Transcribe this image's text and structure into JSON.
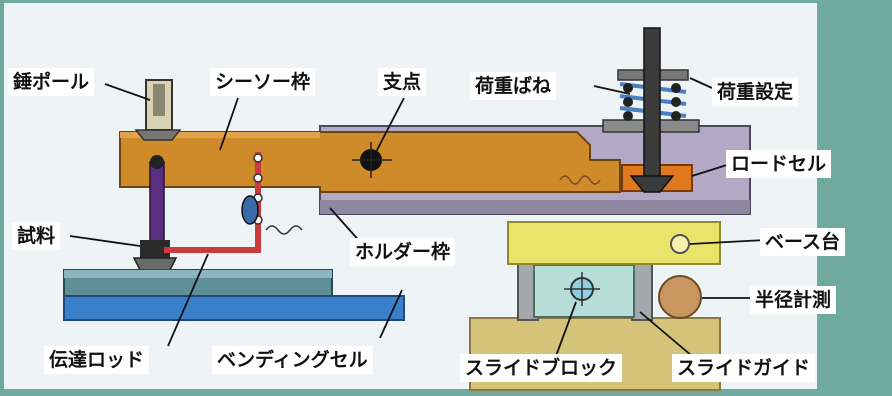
{
  "labels": {
    "hammer_pole": "錘ポール",
    "seesaw_frame": "シーソー枠",
    "fulcrum": "支点",
    "load_spring": "荷重ばね",
    "load_setting": "荷重設定",
    "load_cell": "ロードセル",
    "specimen": "試料",
    "holder_frame": "ホルダー枠",
    "base_stand": "ベース台",
    "radius_measure": "半径計測",
    "transmission_rod": "伝達ロッド",
    "bending_cell": "ベンディングセル",
    "slide_block": "スライドブロック",
    "slide_guide": "スライドガイド"
  },
  "colors": {
    "background": "#6fa9a0",
    "panel": "#eef3f6",
    "seesaw_frame": "#cf8a2a",
    "holder_frame": "#b3a8c6",
    "base_stand": "#eae56a",
    "slide_block": "#b7ddd9",
    "base_plate": "#d6c37a",
    "radius_roller": "#c99560",
    "load_cell": "#e07820",
    "spring": "#4a7fc4",
    "rod": "#cc3b3b",
    "specimen": "#5a2f80",
    "sample_stage": "#5f8f99",
    "sample_stage_top": "#8cb5bd",
    "blue_plate": "#3a7fc9"
  }
}
